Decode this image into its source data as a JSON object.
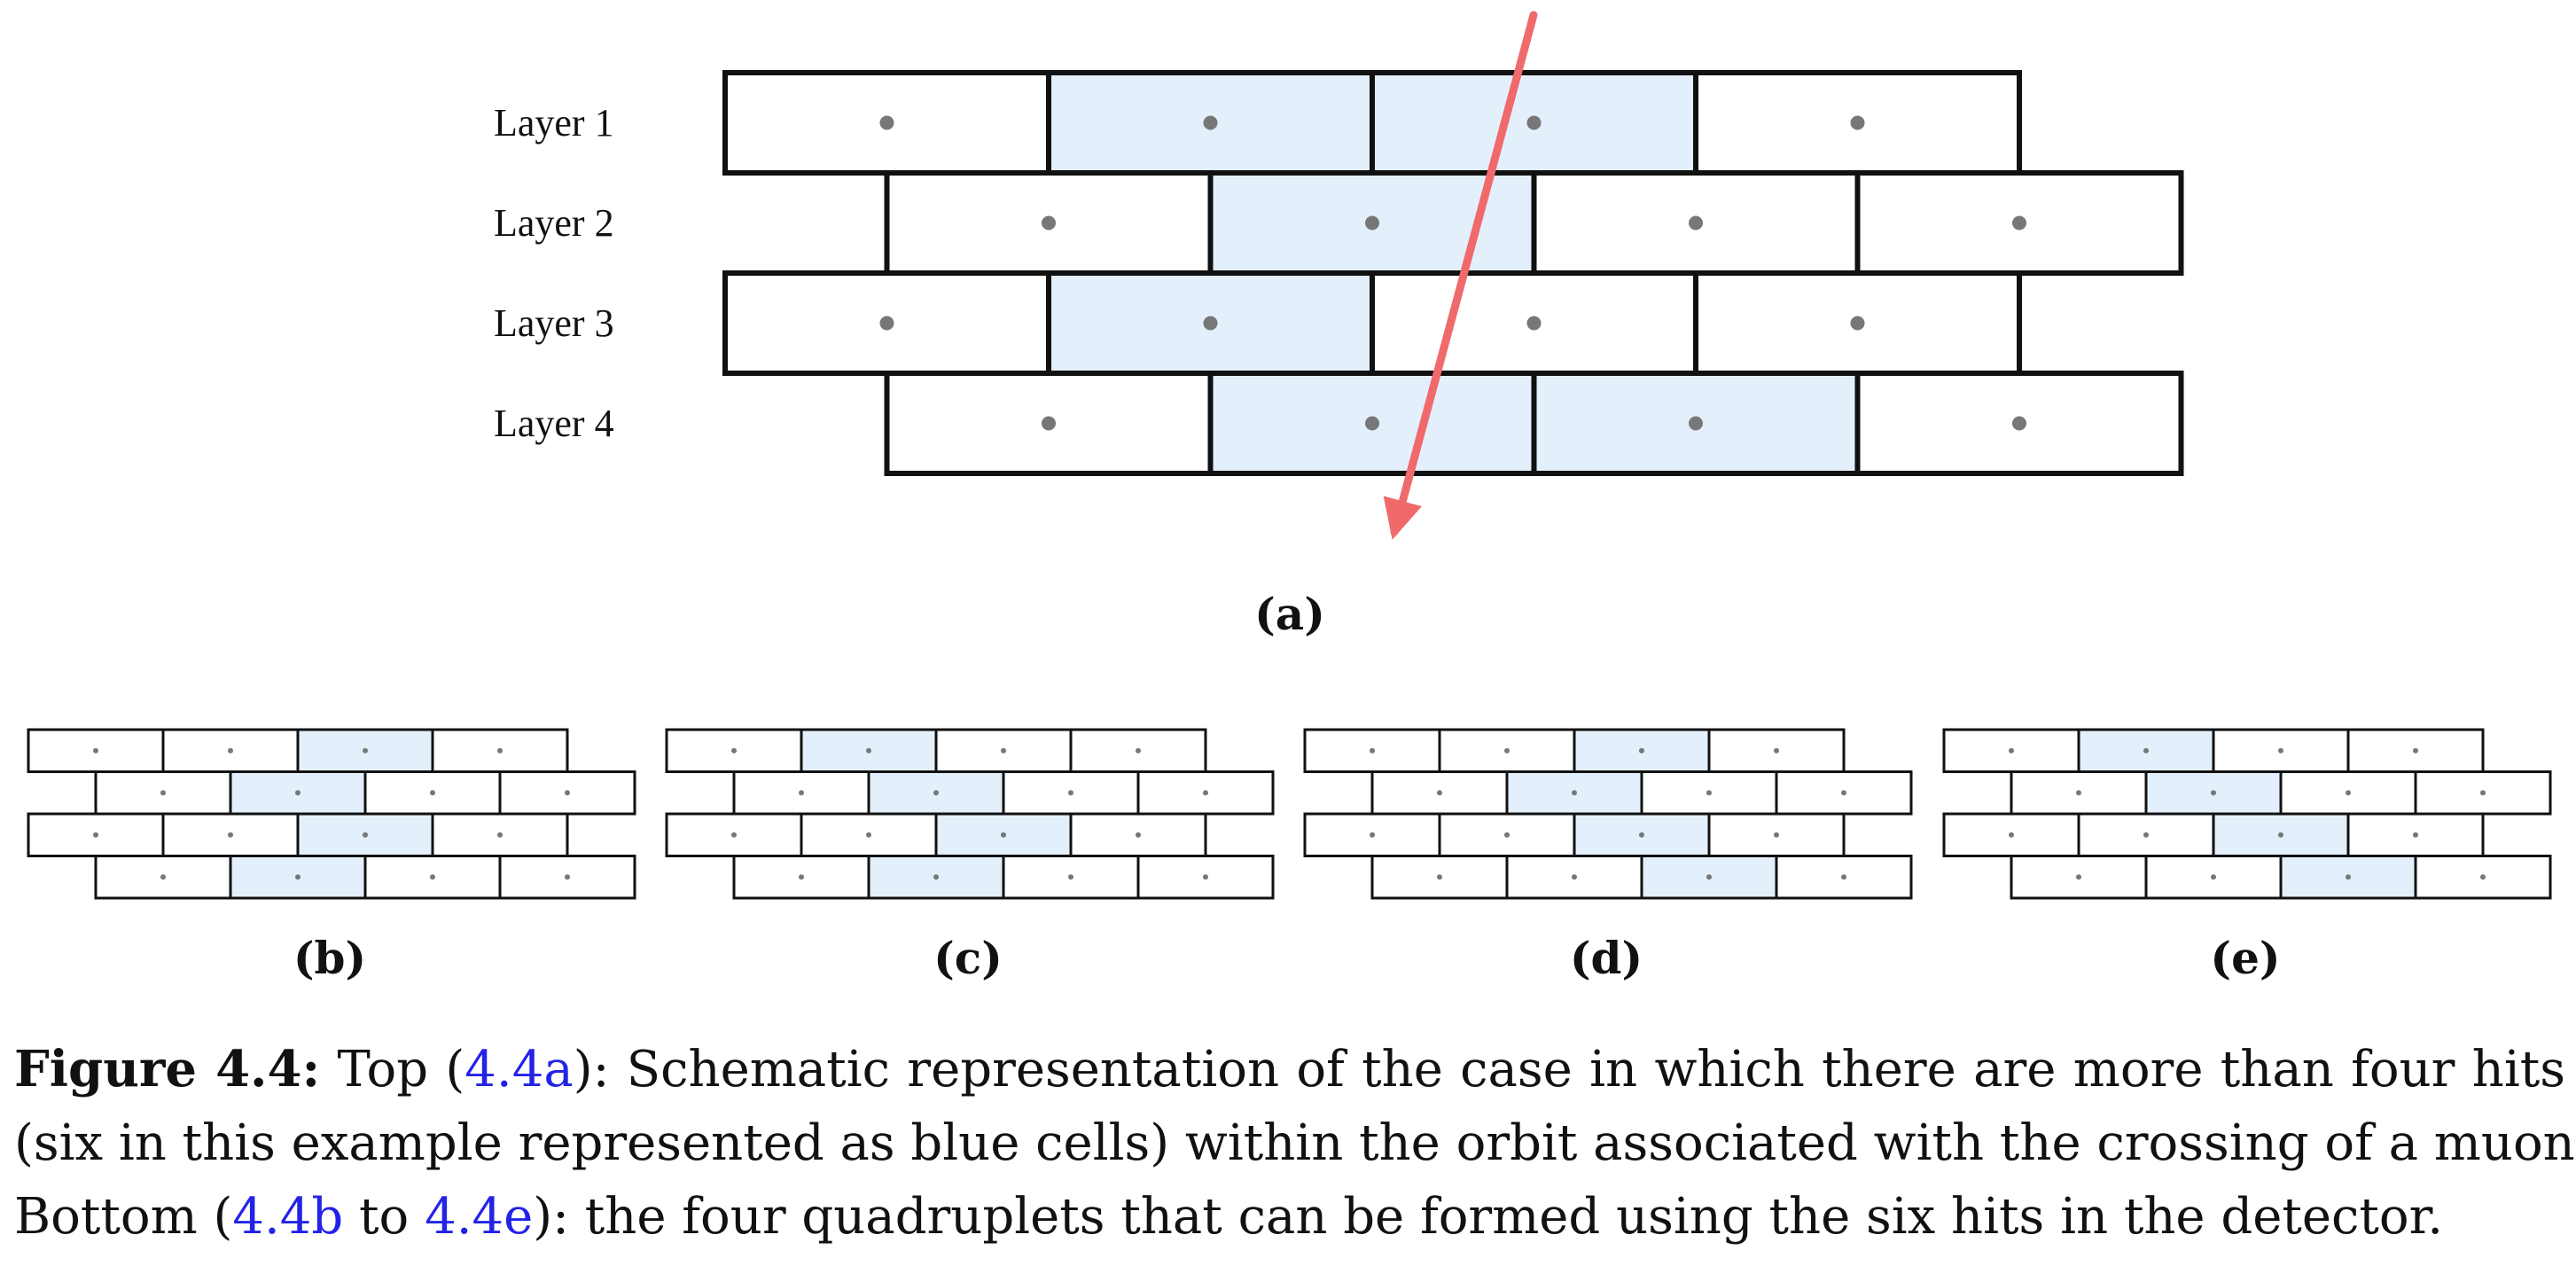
{
  "diagram": {
    "panel_a": {
      "layer_labels": [
        "Layer 1",
        "Layer 2",
        "Layer 3",
        "Layer 4"
      ],
      "label": "(a)",
      "highlighted": [
        [
          1,
          2
        ],
        [
          1
        ],
        [
          1
        ],
        [
          1,
          2
        ]
      ]
    },
    "sub_panels": [
      {
        "label": "(b)",
        "highlighted": [
          [
            2
          ],
          [
            1
          ],
          [
            2
          ],
          [
            1
          ]
        ]
      },
      {
        "label": "(c)",
        "highlighted": [
          [
            1
          ],
          [
            1
          ],
          [
            2
          ],
          [
            1
          ]
        ]
      },
      {
        "label": "(d)",
        "highlighted": [
          [
            2
          ],
          [
            1
          ],
          [
            2
          ],
          [
            2
          ]
        ]
      },
      {
        "label": "(e)",
        "highlighted": [
          [
            1
          ],
          [
            1
          ],
          [
            2
          ],
          [
            2
          ]
        ]
      }
    ],
    "colors": {
      "cell_fill": "#ffffff",
      "hit_fill": "#e3f0fc",
      "cell_stroke": "#111111",
      "wire_dot": "#777777",
      "track": "#f06a6c"
    }
  },
  "caption": {
    "figure_label": "Figure 4.4:",
    "line1_text_a": " Top (",
    "ref_a": "4.4a",
    "line1_text_b": "): Schematic representation of the case in which there are more than four hits",
    "line2_text": "(six in this example represented as blue cells) within the orbit associated with the crossing of a muon.",
    "line3_text_a": "Bottom (",
    "ref_b": "4.4b",
    "line3_text_b": " to ",
    "ref_e": "4.4e",
    "line3_text_c": "): the four quadruplets that can be formed using the six hits in the detector."
  }
}
